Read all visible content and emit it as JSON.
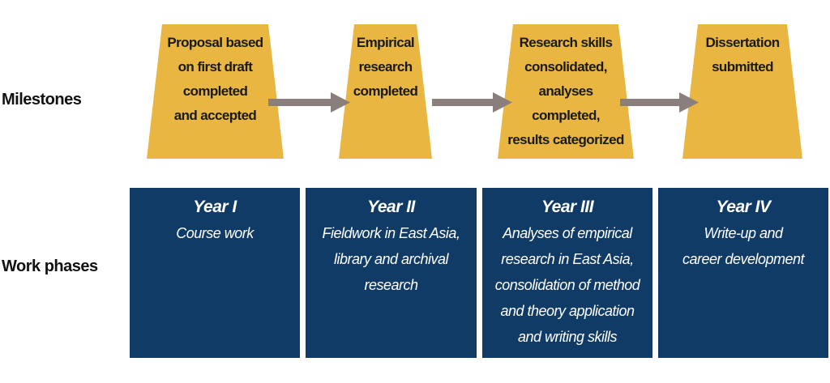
{
  "row_labels": {
    "milestones": "Milestones",
    "work_phases": "Work phases"
  },
  "colors": {
    "milestone": "#e8b641",
    "phase": "#0f3b66",
    "arrow": "#8a7f7c"
  },
  "milestones": [
    {
      "text": "Proposal based\non first draft\ncompleted\nand accepted"
    },
    {
      "text": "Empirical\nresearch\ncompleted"
    },
    {
      "text": "Research skills\nconsolidated,\nanalyses\ncompleted,\nresults categorized"
    },
    {
      "text": "Dissertation\nsubmitted"
    }
  ],
  "phases": [
    {
      "year": "Year I",
      "desc": "Course work"
    },
    {
      "year": "Year II",
      "desc": "Fieldwork in East Asia,\nlibrary and archival\nresearch"
    },
    {
      "year": "Year III",
      "desc": "Analyses of empirical\nresearch in East Asia,\nconsolidation of method\nand theory application\nand writing skills"
    },
    {
      "year": "Year IV",
      "desc": "Write-up and\ncareer development"
    }
  ]
}
